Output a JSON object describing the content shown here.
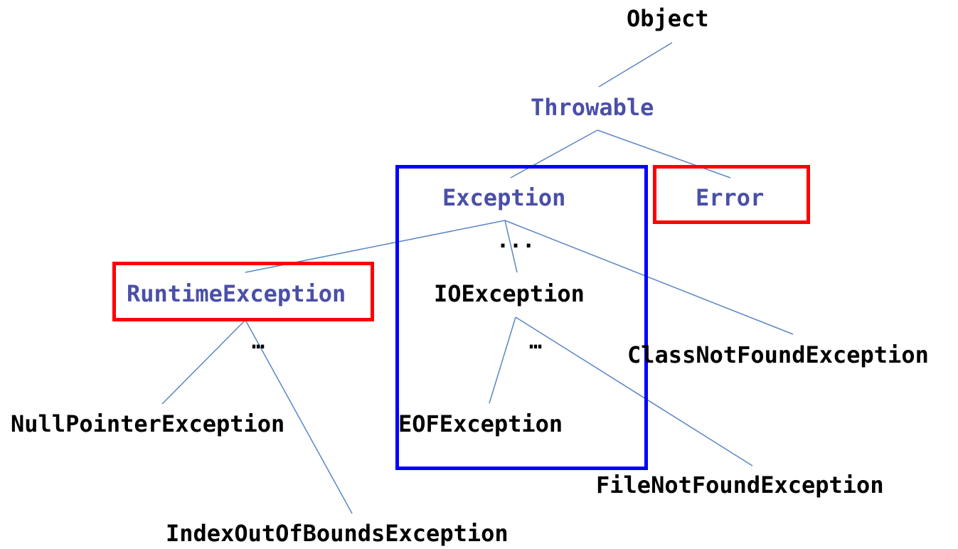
{
  "colors": {
    "accent_text": "#4a4fa8",
    "plain_text": "#000000",
    "connector": "#5b86c4",
    "highlight_red": "#ff0000",
    "highlight_blue": "#0000ff"
  },
  "nodes": {
    "object": "Object",
    "throwable": "Throwable",
    "exception": "Exception",
    "error": "Error",
    "runtime_exception": "RuntimeException",
    "io_exception": "IOException",
    "class_not_found_exception": "ClassNotFoundException",
    "null_pointer_exception": "NullPointerException",
    "index_out_of_bounds_exception": "IndexOutOfBoundsException",
    "eof_exception": "EOFException",
    "file_not_found_exception": "FileNotFoundException"
  },
  "ellipses": {
    "exception_children": "...",
    "runtime_children": "…",
    "io_children": "…"
  }
}
